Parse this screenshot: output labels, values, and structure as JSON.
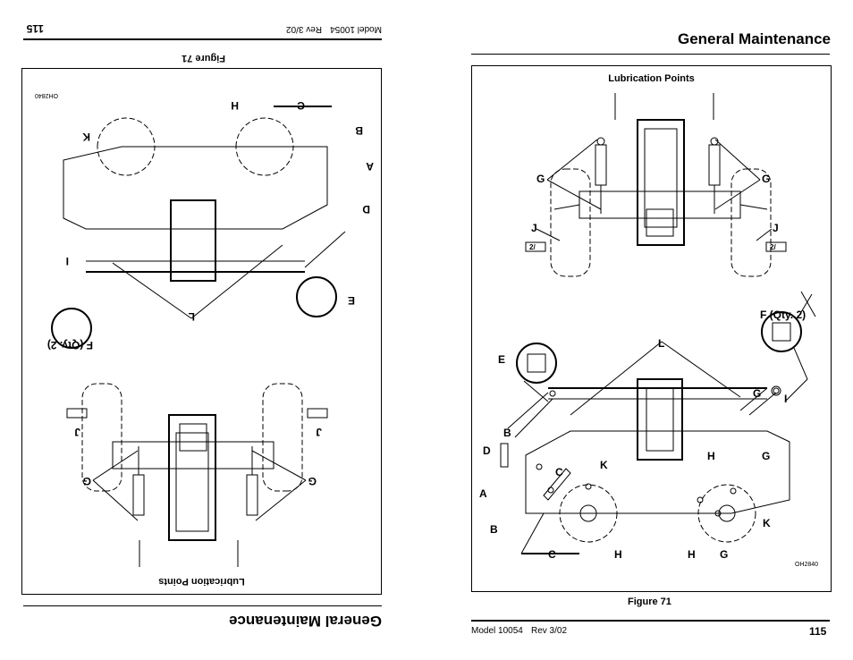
{
  "right_page": {
    "header_title": "General Maintenance",
    "figure_title": "Lubrication Points",
    "figure_id": "OH2840",
    "figure_caption": "Figure 71",
    "footer_model": "Model  10054",
    "footer_rev": "Rev  3/02",
    "page_number": "115"
  },
  "left_page": {
    "header_title": "General Maintenance",
    "figure_title": "Lubrication Points",
    "figure_id": "OH2840",
    "figure_caption": "Figure 71",
    "footer_model": "Model  10054",
    "footer_rev": "Rev  3/02",
    "page_number": "115"
  },
  "diagram": {
    "callouts": {
      "a": "A",
      "b": "B",
      "c": "C",
      "d": "D",
      "e": "E",
      "f": "F (Qty. 2)",
      "g": "G",
      "h": "H",
      "i": "I",
      "j": "J",
      "k": "K",
      "l": "L"
    },
    "interval_marker": "2/"
  }
}
